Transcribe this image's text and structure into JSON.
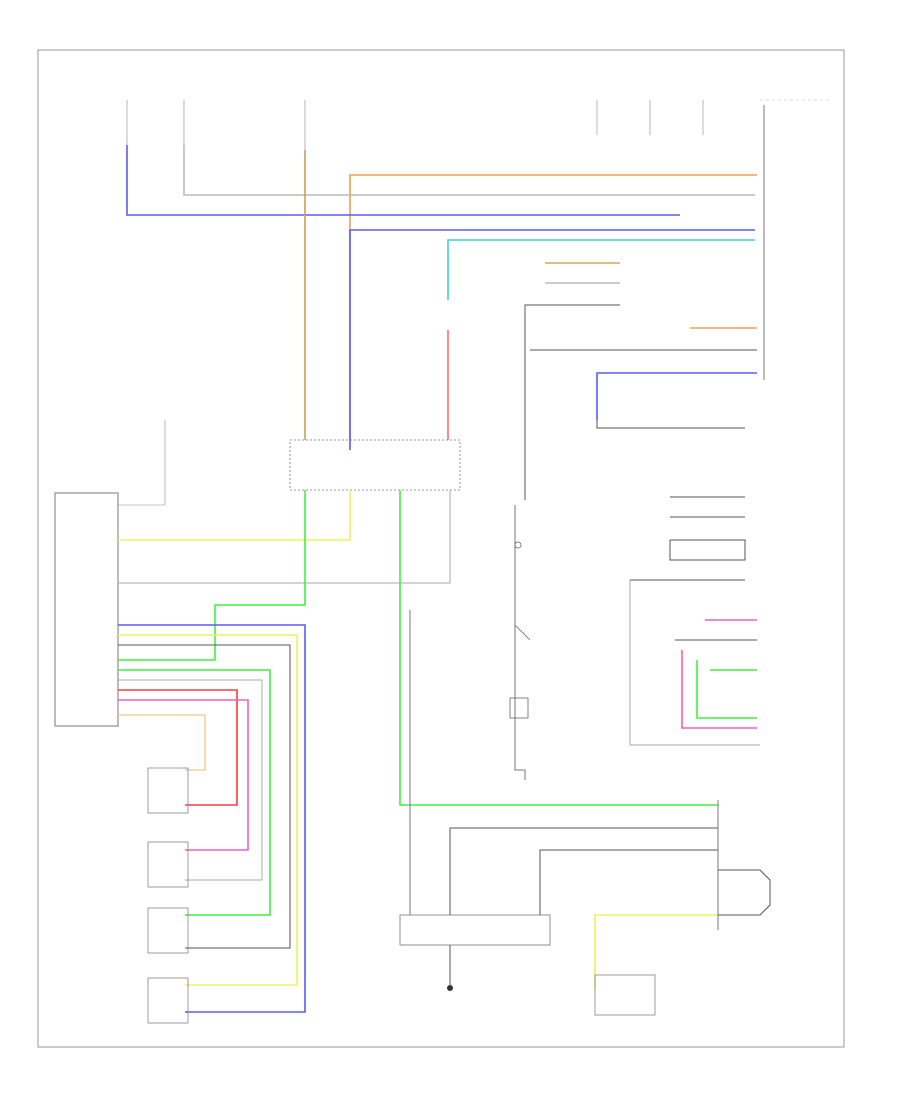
{
  "diagram": {
    "footer": "",
    "colors": {
      "blue": "#5b5bf0",
      "orange": "#f0a050",
      "tan": "#c8a060",
      "cyan": "#40d0d0",
      "yellow": "#f0f060",
      "green": "#40f040",
      "red": "#f04040",
      "pink": "#f060c0",
      "lightgreen": "#80f080",
      "black": "#333333",
      "gray": "#999999"
    },
    "components": [
      {
        "id": "occupant-classification-ecu",
        "label": ""
      },
      {
        "id": "junction-connector-center",
        "label": ""
      },
      {
        "id": "junction-connector-bottom",
        "label": ""
      },
      {
        "id": "front-seat-belt-switch",
        "label": ""
      },
      {
        "id": "seat-position-sensor",
        "label": ""
      },
      {
        "id": "airbag-sensor-assembly-connector",
        "label": ""
      },
      {
        "id": "occupant-classification-sensor-front-rh",
        "label": ""
      },
      {
        "id": "occupant-classification-sensor-front-lh",
        "label": ""
      },
      {
        "id": "occupant-classification-sensor-rear-rh",
        "label": ""
      },
      {
        "id": "occupant-classification-sensor-rear-lh",
        "label": ""
      },
      {
        "id": "passenger-airbag-indicator",
        "label": ""
      },
      {
        "id": "ground-point",
        "label": ""
      }
    ]
  }
}
